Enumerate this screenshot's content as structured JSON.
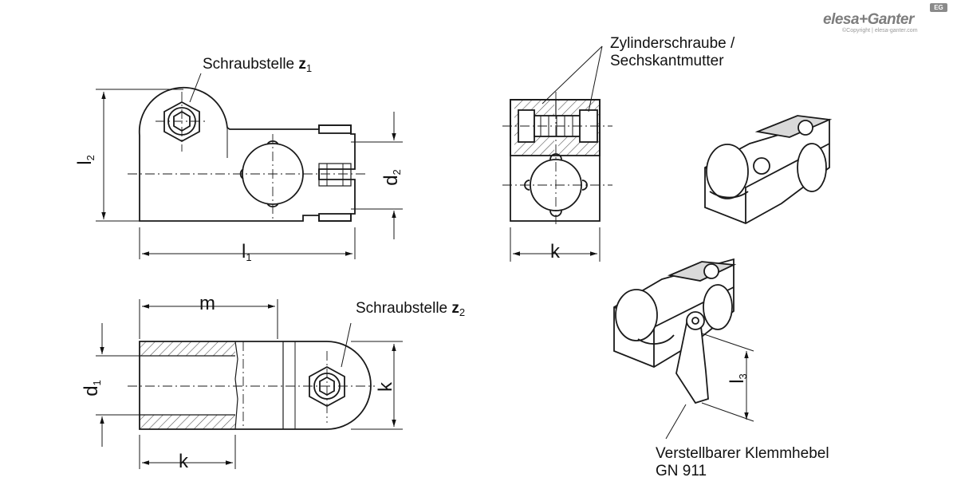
{
  "brand": {
    "logo_text": "elesa+Ganter",
    "logo_badge": "EG",
    "copyright": "©Copyright | elesa-ganter.com"
  },
  "labels": {
    "screw_point_z1": "Schraubstelle",
    "screw_point_z1_bold": "z",
    "screw_point_z1_sub": "1",
    "screw_point_z2": "Schraubstelle",
    "screw_point_z2_bold": "z",
    "screw_point_z2_sub": "2",
    "cap_screw_line1": "Zylinderschraube /",
    "cap_screw_line2": "Sechskantmutter",
    "lever_line1": "Verstellbarer Klemmhebel",
    "lever_line2": "GN 911"
  },
  "dimensions": {
    "l2": "l",
    "l2_sub": "2",
    "l1": "l",
    "l1_sub": "1",
    "d2": "d",
    "d2_sub": "2",
    "k_front": "k",
    "m": "m",
    "d1": "d",
    "d1_sub": "1",
    "k_top": "k",
    "k_right": "k",
    "l3": "l",
    "l3_sub": "3"
  },
  "colors": {
    "line": "#1a1a1a",
    "hatch": "#555555",
    "iso_fill": "#ffffff",
    "iso_shade": "#d9d9d9"
  }
}
